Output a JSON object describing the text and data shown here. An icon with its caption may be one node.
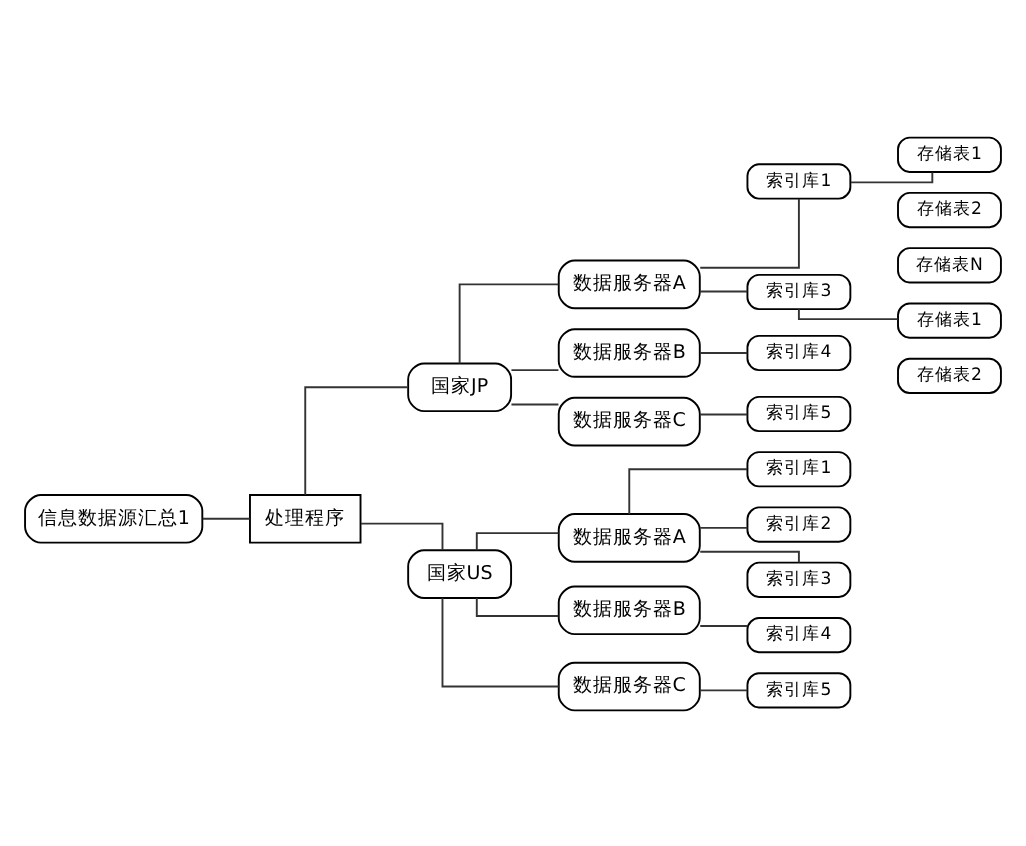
{
  "diagram": {
    "nodes": [
      {
        "text": [
          "信息数据源汇总1"
        ]
      },
      {
        "text": [
          "处理程序"
        ]
      },
      {
        "text": [
          "国家JP"
        ]
      },
      {
        "text": [
          "数据服务器A"
        ]
      },
      {
        "text": [
          "数据服务器B"
        ]
      },
      {
        "text": [
          "数据服务器C"
        ]
      },
      {
        "text": [
          "索引库1"
        ]
      },
      {
        "text": [
          "索引库3"
        ]
      },
      {
        "text": [
          "索引库4"
        ]
      },
      {
        "text": [
          "索引库5"
        ]
      },
      {
        "text": [
          "存储表1"
        ]
      },
      {
        "text": [
          "存储表2"
        ]
      },
      {
        "text": [
          "存储表N"
        ]
      },
      {
        "text": [
          "存储表1"
        ]
      },
      {
        "text": [
          "存储表2"
        ]
      },
      {
        "text": [
          "国家US"
        ]
      },
      {
        "text": [
          "数据服务器A"
        ]
      },
      {
        "text": [
          "数据服务器B"
        ]
      },
      {
        "text": [
          "数据服务器C"
        ]
      },
      {
        "text": [
          "索引库1"
        ]
      },
      {
        "text": [
          "索引库2"
        ]
      },
      {
        "text": [
          "索引库3"
        ]
      },
      {
        "text": [
          "索引库4"
        ]
      },
      {
        "text": [
          "索引库5"
        ]
      }
    ],
    "edges": [
      {
        "from": 0,
        "to": 1,
        "arrow": "none"
      },
      {
        "from": 1,
        "to": 2,
        "arrow": "none"
      },
      {
        "from": 1,
        "to": 15,
        "arrow": "none"
      },
      {
        "from": 2,
        "to": 3,
        "arrow": "none"
      },
      {
        "from": 2,
        "to": 4,
        "arrow": "none"
      },
      {
        "from": 2,
        "to": 5,
        "arrow": "none"
      },
      {
        "from": 3,
        "to": 6,
        "arrow": "none"
      },
      {
        "from": 3,
        "to": 7,
        "arrow": "none"
      },
      {
        "from": 4,
        "to": 8,
        "arrow": "none"
      },
      {
        "from": 5,
        "to": 9,
        "arrow": "none"
      },
      {
        "from": 6,
        "to": 10,
        "arrow": "none"
      },
      {
        "from": 7,
        "to": 13,
        "arrow": "none"
      },
      {
        "from": 15,
        "to": 16,
        "arrow": "none"
      },
      {
        "from": 15,
        "to": 17,
        "arrow": "none"
      },
      {
        "from": 15,
        "to": 18,
        "arrow": "none"
      },
      {
        "from": 16,
        "to": 19,
        "arrow": "none"
      },
      {
        "from": 16,
        "to": 20,
        "arrow": "none"
      },
      {
        "from": 16,
        "to": 21,
        "arrow": "none"
      },
      {
        "from": 17,
        "to": 22,
        "arrow": "none"
      },
      {
        "from": 18,
        "to": 23,
        "arrow": "none"
      }
    ]
  }
}
